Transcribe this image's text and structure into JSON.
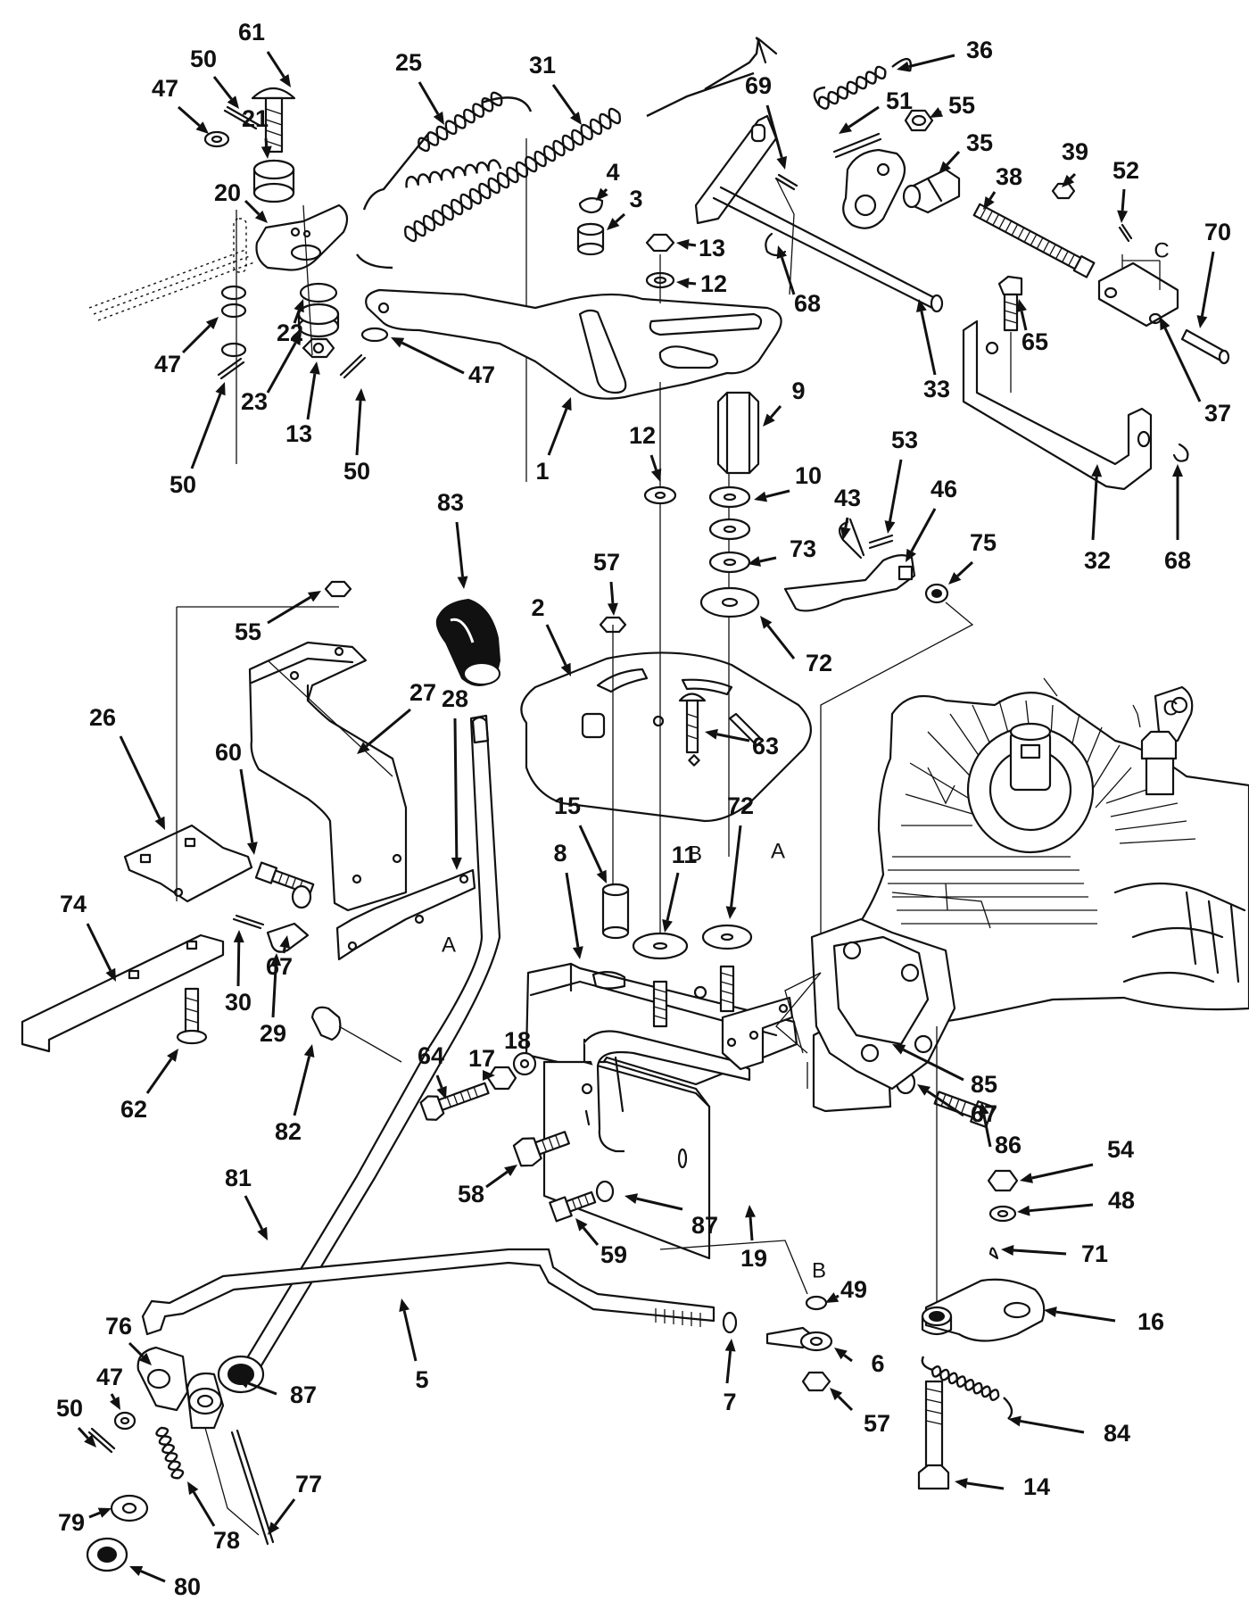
{
  "callouts": [
    "61",
    "50",
    "47",
    "21",
    "25",
    "31",
    "36",
    "51",
    "55",
    "35",
    "39",
    "52",
    "69",
    "4",
    "3",
    "13",
    "12",
    "38",
    "70",
    "20",
    "68",
    "65",
    "33",
    "37",
    "47",
    "22",
    "23",
    "13",
    "47",
    "50",
    "50",
    "50",
    "1",
    "9",
    "12",
    "10",
    "43",
    "53",
    "46",
    "75",
    "83",
    "57",
    "73",
    "72",
    "32",
    "68",
    "55",
    "2",
    "27",
    "26",
    "60",
    "28",
    "63",
    "15",
    "72",
    "11",
    "8",
    "67",
    "74",
    "30",
    "29",
    "62",
    "82",
    "64",
    "17",
    "18",
    "85",
    "67",
    "86",
    "54",
    "48",
    "58",
    "87",
    "59",
    "19",
    "71",
    "16",
    "81",
    "76",
    "47",
    "50",
    "87",
    "5",
    "7",
    "49",
    "6",
    "57",
    "84",
    "77",
    "79",
    "78",
    "80",
    "14"
  ],
  "letters": [
    "C",
    "C",
    "A",
    "A",
    "B",
    "B"
  ]
}
